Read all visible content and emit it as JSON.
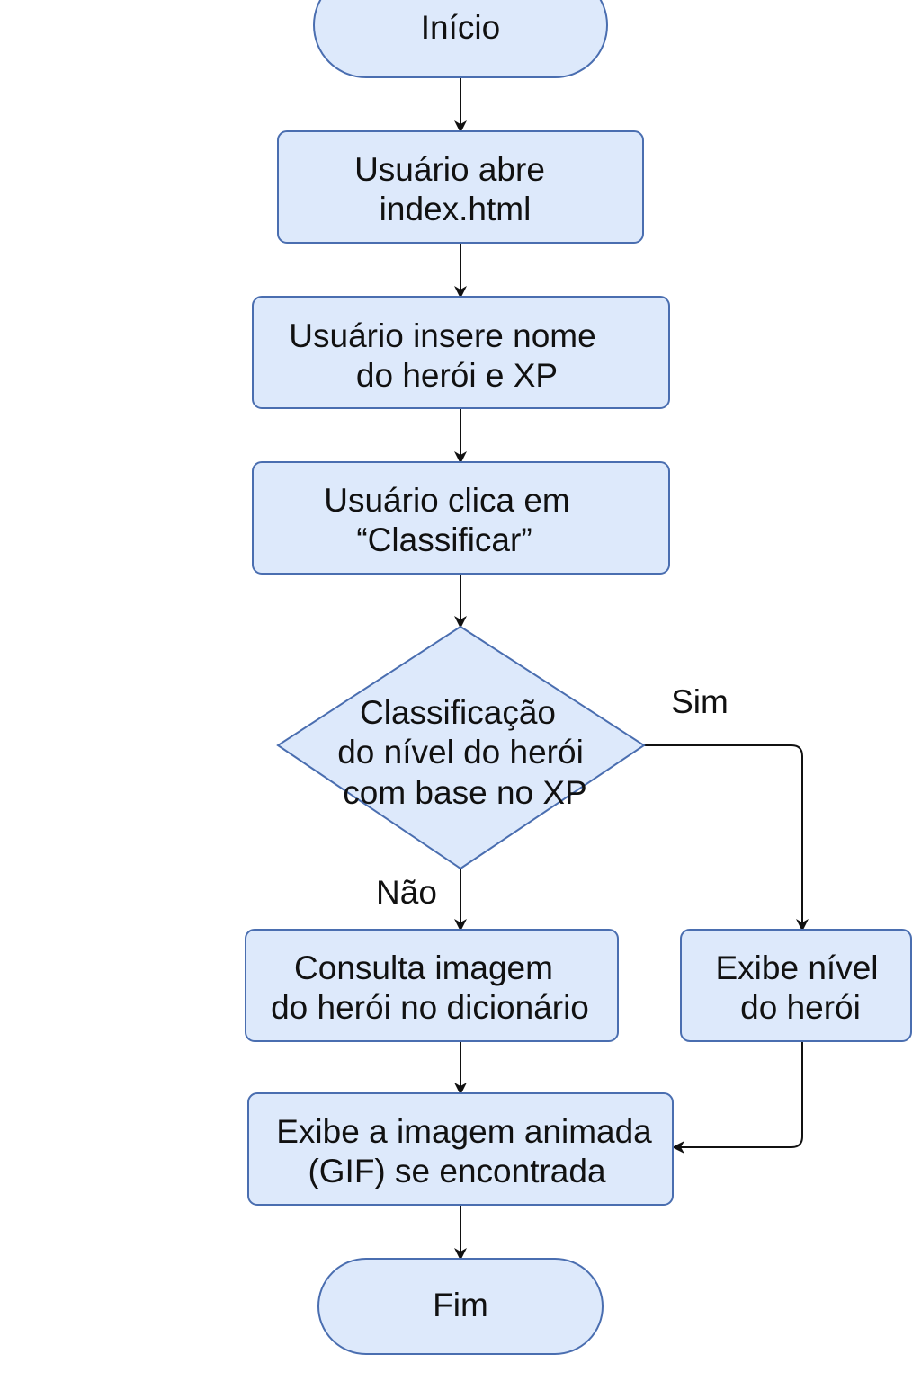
{
  "diagram": {
    "type": "flowchart",
    "colors": {
      "node_fill": "#dde9fb",
      "node_border": "#4a6eb0",
      "arrow": "#111111",
      "text": "#111111"
    },
    "nodes": {
      "start": {
        "shape": "terminator",
        "lines": [
          "Início"
        ]
      },
      "open_page": {
        "shape": "process",
        "lines": [
          "Usuário abre",
          "index.html"
        ]
      },
      "enter_hero": {
        "shape": "process",
        "lines": [
          "Usuário insere nome",
          "do herói e XP"
        ]
      },
      "click_classify": {
        "shape": "process",
        "lines": [
          "Usuário clica em",
          "“Classificar”"
        ]
      },
      "decision": {
        "shape": "decision",
        "lines": [
          "Classificação",
          "do nível do herói",
          "com base no XP"
        ]
      },
      "lookup_image": {
        "shape": "process",
        "lines": [
          "Consulta imagem",
          "do herói no dicionário"
        ]
      },
      "show_level": {
        "shape": "process",
        "lines": [
          "Exibe nível",
          "do herói"
        ]
      },
      "show_gif": {
        "shape": "process",
        "lines": [
          "Exibe a imagem animada",
          "(GIF) se encontrada"
        ]
      },
      "end": {
        "shape": "terminator",
        "lines": [
          "Fim"
        ]
      }
    },
    "edges": [
      {
        "from": "start",
        "to": "open_page"
      },
      {
        "from": "open_page",
        "to": "enter_hero"
      },
      {
        "from": "enter_hero",
        "to": "click_classify"
      },
      {
        "from": "click_classify",
        "to": "decision"
      },
      {
        "from": "decision",
        "to": "lookup_image",
        "label": "Não"
      },
      {
        "from": "decision",
        "to": "show_level",
        "label": "Sim"
      },
      {
        "from": "lookup_image",
        "to": "show_gif"
      },
      {
        "from": "show_level",
        "to": "show_gif"
      },
      {
        "from": "show_gif",
        "to": "end"
      }
    ]
  }
}
